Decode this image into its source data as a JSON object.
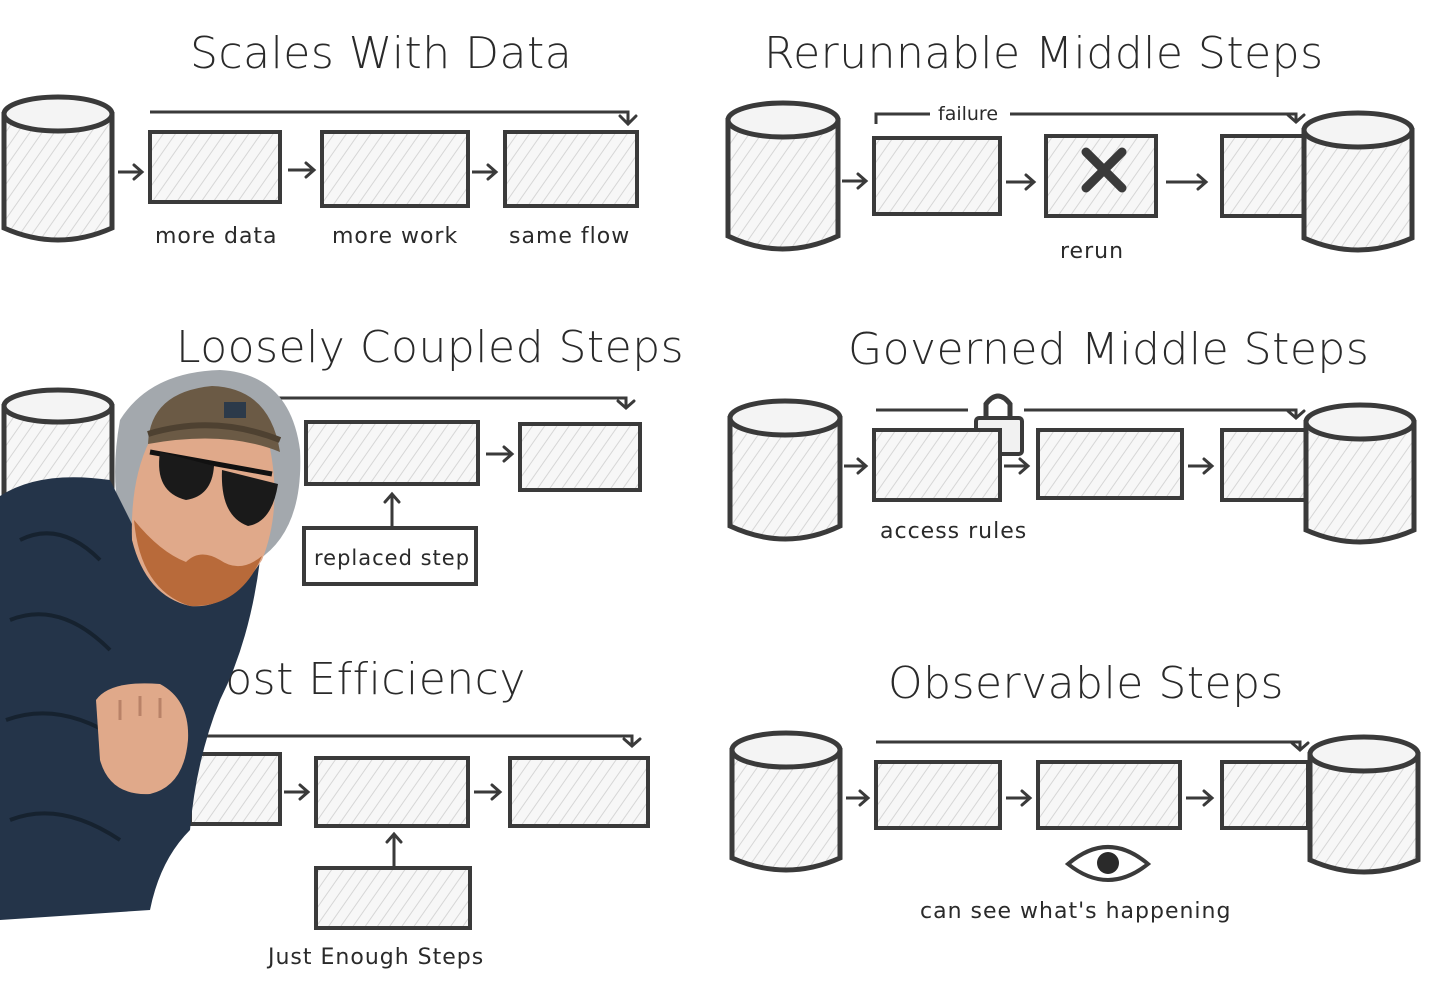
{
  "panels": {
    "scales": {
      "title": "Scales With Data",
      "labels": [
        "more data",
        "more work",
        "same flow"
      ]
    },
    "rerunnable": {
      "title": "Rerunnable Middle Steps",
      "failure_label": "failure",
      "rerun_label": "rerun"
    },
    "loosely": {
      "title": "Loosely Coupled Steps",
      "replaced_label": "replaced step"
    },
    "governed": {
      "title": "Governed  Middle Steps",
      "access_label": "access rules"
    },
    "cost": {
      "title": "Cost Efficiency",
      "steps_label": "Just Enough Steps"
    },
    "observable": {
      "title": "Observable Steps",
      "see_label": "can see what's happening"
    }
  },
  "colors": {
    "ink": "#3a3a3a",
    "paper": "#ffffff",
    "hatch": "#d9d9d9",
    "jacket": "#243449",
    "beanie": "#6b5a45",
    "beard": "#b86a3a",
    "hood": "#a3a8ad"
  }
}
